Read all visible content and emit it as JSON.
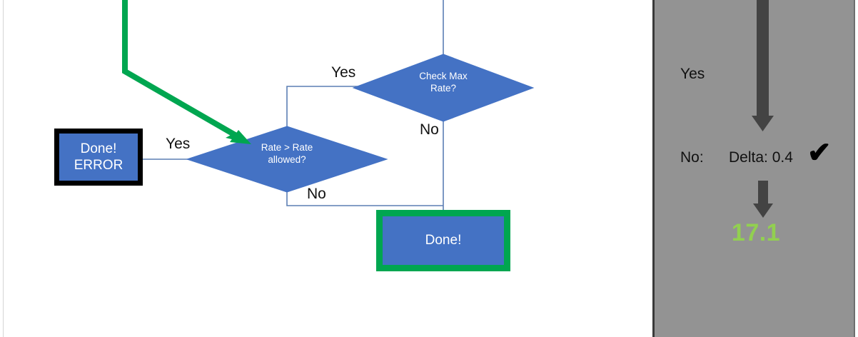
{
  "flowchart": {
    "nodes": [
      {
        "id": "done-error",
        "type": "process-box",
        "label_line1": "Done!",
        "label_line2": "ERROR",
        "fill": "#4472C4",
        "border": "#000000"
      },
      {
        "id": "rate-check",
        "type": "decision-diamond",
        "label_line1": "Rate > Rate",
        "label_line2": "allowed?",
        "fill": "#4472C4"
      },
      {
        "id": "max-rate-check",
        "type": "decision-diamond",
        "label_line1": "Check Max",
        "label_line2": "Rate?",
        "fill": "#4472C4"
      },
      {
        "id": "done",
        "type": "process-box",
        "label_line1": "Done!",
        "fill": "#4472C4",
        "border": "#00A650"
      }
    ],
    "edge_labels": {
      "yes_to_error": "Yes",
      "yes_from_max_rate": "Yes",
      "no_from_max_rate": "No",
      "no_from_rate": "No"
    },
    "highlight_arrow": {
      "color": "#00A650",
      "target": "rate-check"
    },
    "connector_color": "#5B7FB4"
  },
  "panel": {
    "background": "#939393",
    "yes_label": "Yes",
    "no_label": "No:",
    "delta_label": "Delta: 0.4",
    "check_mark": "✔",
    "result_value": "17.1",
    "result_color": "#92D050",
    "arrow_color": "#434343"
  }
}
